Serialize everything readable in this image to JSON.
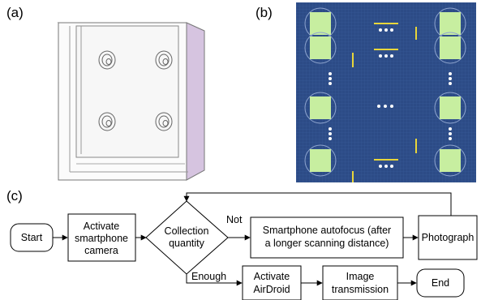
{
  "panel_labels": {
    "a": "(a)",
    "b": "(b)",
    "c": "(c)"
  },
  "colors": {
    "pcb_blue": "#2c4b86",
    "pad_green": "#c7eea0",
    "trace_yellow": "#e8d63a",
    "dot_white": "#ffffff",
    "holder_side": "#d6c4e0"
  },
  "flowchart": {
    "start": "Start",
    "activate_camera": [
      "Activate",
      "smartphone",
      "camera"
    ],
    "decision": [
      "Collection",
      "quantity"
    ],
    "branch_not": "Not",
    "autofocus": [
      "Smartphone autofocus (after",
      "a longer scanning distance)"
    ],
    "photograph": "Photograph",
    "branch_enough": "Enough",
    "activate_airdroid": [
      "Activate",
      "AirDroid"
    ],
    "image_transmission": [
      "Image",
      "transmission"
    ],
    "end": "End"
  }
}
